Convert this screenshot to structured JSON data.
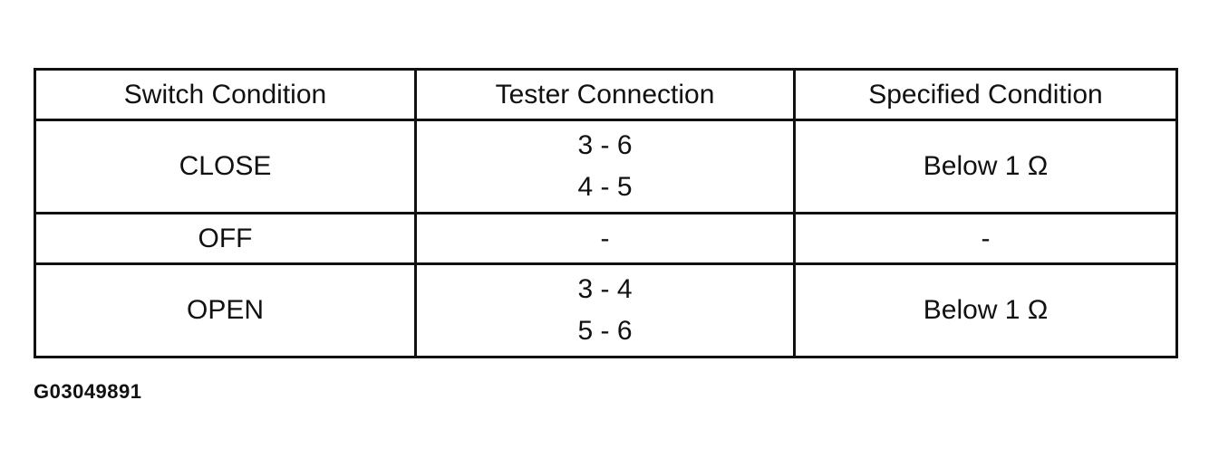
{
  "table": {
    "headers": [
      "Switch Condition",
      "Tester Connection",
      "Specified Condition"
    ],
    "rows": [
      {
        "switch": "CLOSE",
        "connections": [
          "3 - 6",
          "4 - 5"
        ],
        "condition": "Below 1 Ω"
      },
      {
        "switch": "OFF",
        "connections": [
          "-"
        ],
        "condition": "-"
      },
      {
        "switch": "OPEN",
        "connections": [
          "3 - 4",
          "5 - 6"
        ],
        "condition": "Below 1 Ω"
      }
    ]
  },
  "figure_id": "G03049891"
}
